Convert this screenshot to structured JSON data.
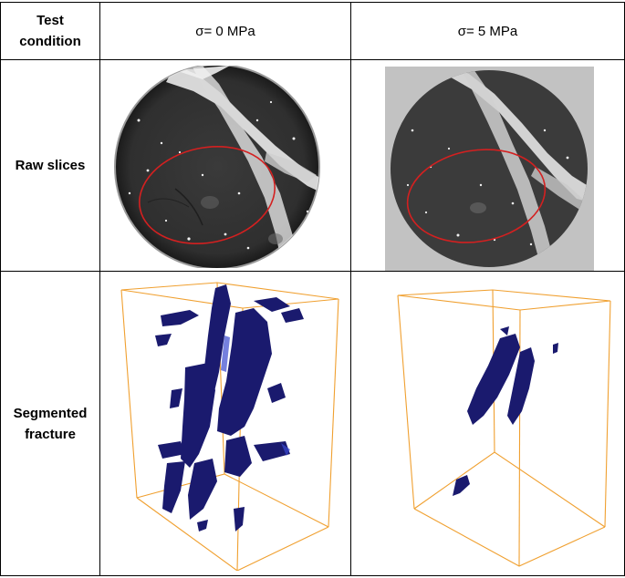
{
  "table": {
    "header": {
      "row_label": "Test\ncondition",
      "col1": "σ= 0 MPa",
      "col2": "σ= 5 MPa"
    },
    "rows": [
      {
        "label": "Raw slices"
      },
      {
        "label": "Segmented\nfracture"
      }
    ]
  },
  "colors": {
    "ellipse_outline": "#d42020",
    "bounding_box": "#f0a030",
    "fracture_voxels": "#1a1a6e",
    "slice_background_dark": "#2e2e2e",
    "gray_fill": "#c2c2c2",
    "vein_white": "#e8e8e8"
  }
}
